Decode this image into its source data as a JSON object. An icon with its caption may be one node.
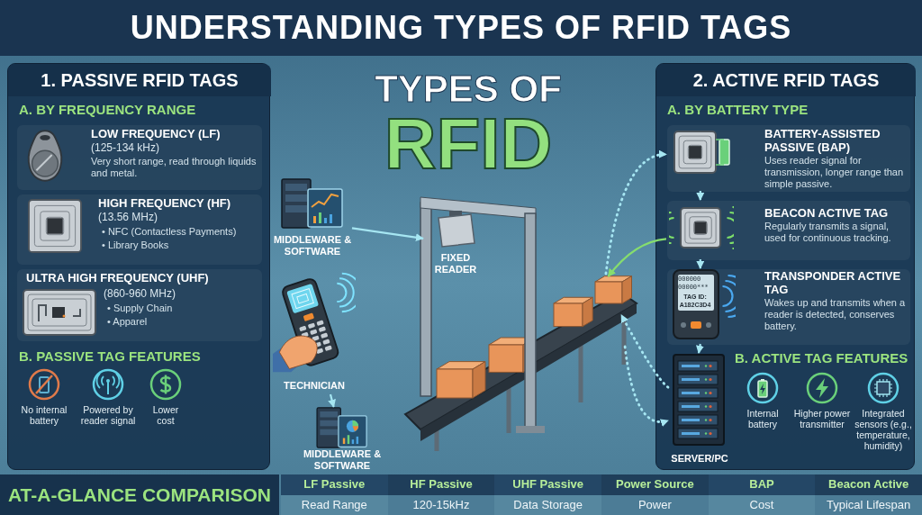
{
  "diagram": {
    "title": "UNDERSTANDING TYPES OF RFID TAGS",
    "nodes": [
      {
        "text": [
          "1. PASSIVE RFID TAGS",
          "A. BY FREQUENCY RANGE",
          "B. PASSIVE TAG FEATURES"
        ]
      },
      {
        "text": [
          "LOW FREQUENCY (LF)",
          "(125-134 kHz)",
          "Very short range, read through liquids and metal."
        ],
        "in": 0
      },
      {
        "text": [
          "HIGH FREQUENCY (HF)",
          "(13.56 MHz)",
          "• NFC (Contactless Payments)",
          "• Library Books"
        ],
        "in": 0
      },
      {
        "text": [
          "ULTRA HIGH FREQUENCY (UHF)",
          "(860-960 MHz)",
          "• Supply Chain",
          "• Apparel"
        ],
        "in": 0
      },
      {
        "text": [
          "No internal battery"
        ],
        "in": 0
      },
      {
        "text": [
          "Powered by reader signal"
        ],
        "in": 0
      },
      {
        "text": [
          "Lower cost"
        ],
        "in": 0
      },
      {
        "text": [
          "MIDDLEWARE & SOFTWARE"
        ]
      },
      {
        "text": [],
        "shape": "picture"
      },
      {
        "text": [
          "FIXED READER"
        ]
      },
      {
        "text": [
          "TECHNICIAN"
        ]
      },
      {
        "text": [
          "MIDDLEWARE & SOFTWARE"
        ]
      },
      {
        "text": [
          "2. ACTIVE RFID TAGS",
          "A. BY BATTERY TYPE",
          "B. ACTIVE TAG FEATURES"
        ]
      },
      {
        "text": [
          "BATTERY-ASSISTED PASSIVE (BAP)",
          "Uses reader signal for transmission, longer range than simple passive."
        ],
        "in": 12
      },
      {
        "text": [
          "BEACON ACTIVE TAG",
          "Regularly transmits a signal, used for continuous tracking."
        ],
        "in": 12
      },
      {
        "text": [
          "TRANSPONDER ACTIVE TAG",
          "Wakes up and transmits when a reader is detected, conserves battery."
        ],
        "in": 12
      },
      {
        "text": [
          "SERVER/PC"
        ],
        "in": 12
      },
      {
        "text": [
          "Internal battery"
        ],
        "in": 12
      },
      {
        "text": [
          "Higher power transmitter"
        ],
        "in": 12
      },
      {
        "text": [
          "Integrated sensors (e.g., temperature, humidity)"
        ],
        "in": 12
      }
    ],
    "edges": [
      {
        "from": 7,
        "to": 9,
        "arrow": "to"
      },
      {
        "from": 10,
        "to": 11,
        "arrow": "to"
      },
      {
        "from": 13,
        "to": 14,
        "arrow": "to"
      },
      {
        "from": 14,
        "to": 15,
        "arrow": "to"
      },
      {
        "from": 15,
        "to": 16,
        "arrow": "to"
      },
      {
        "from": 8,
        "to": 13,
        "arrow": "to",
        "style": "dashed"
      },
      {
        "from": 16,
        "to": 8,
        "arrow": "to",
        "style": "dashed"
      },
      {
        "from": 8,
        "to": 16,
        "arrow": "to",
        "style": "dashed"
      },
      {
        "from": 14,
        "to": 8,
        "arrow": "to",
        "color": "#86dd6e"
      }
    ],
    "labels": [
      "TYPES OF",
      "RFID",
      "000000",
      "00000***",
      "TAG ID:",
      "A182C3D4",
      "AT-A-GLANCE COMPARISON",
      "LF Passive",
      "HF Passive",
      "UHF Passive",
      "Power Source",
      "BAP",
      "Beacon Active",
      "Read Range",
      "120-15kHz",
      "Data Storage",
      "Power",
      "Cost",
      "Typical Lifespan"
    ]
  }
}
